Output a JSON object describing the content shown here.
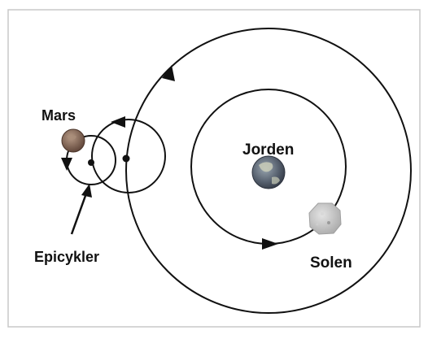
{
  "labels": {
    "earth": "Jorden",
    "sun": "Solen",
    "mars": "Mars",
    "epicycles": "Epicykler"
  },
  "colors": {
    "border": "#c8c8c8",
    "line": "#111111",
    "label": "#111111",
    "earth_ocean": "#56606e",
    "earth_land": "#c9cdb8",
    "sun": "#bdbdbd",
    "mars": "#7d6254"
  }
}
